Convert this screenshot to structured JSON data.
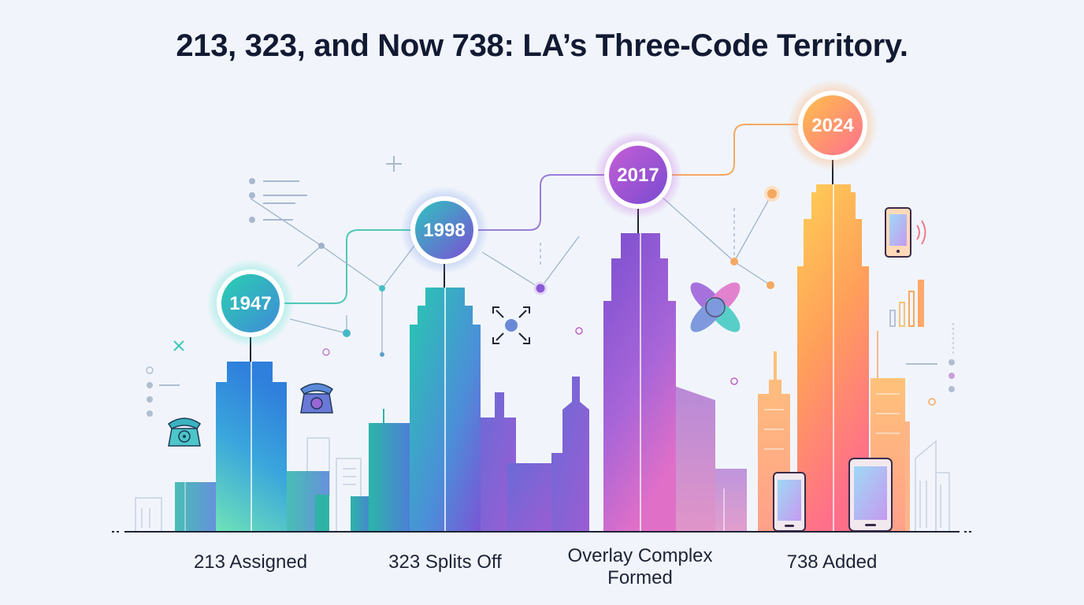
{
  "title": "213, 323, and Now 738: LA’s Three-Code Territory.",
  "milestones": [
    {
      "year": "1947",
      "label": "213 Assigned",
      "color": "#3bb6d6"
    },
    {
      "year": "1998",
      "label": "323 Splits Off",
      "color": "#5a7fd8"
    },
    {
      "year": "2017",
      "label": "Overlay Complex Formed",
      "color": "#9a55d6"
    },
    {
      "year": "2024",
      "label": "738 Added",
      "color": "#f7a04a"
    }
  ],
  "icons": [
    "rotary-phone-icon",
    "rotary-phone-icon",
    "focus-frame-icon",
    "venn-petals-icon",
    "smartphone-icon",
    "tablet-icon",
    "signal-bars-icon",
    "mobile-signal-icon"
  ]
}
